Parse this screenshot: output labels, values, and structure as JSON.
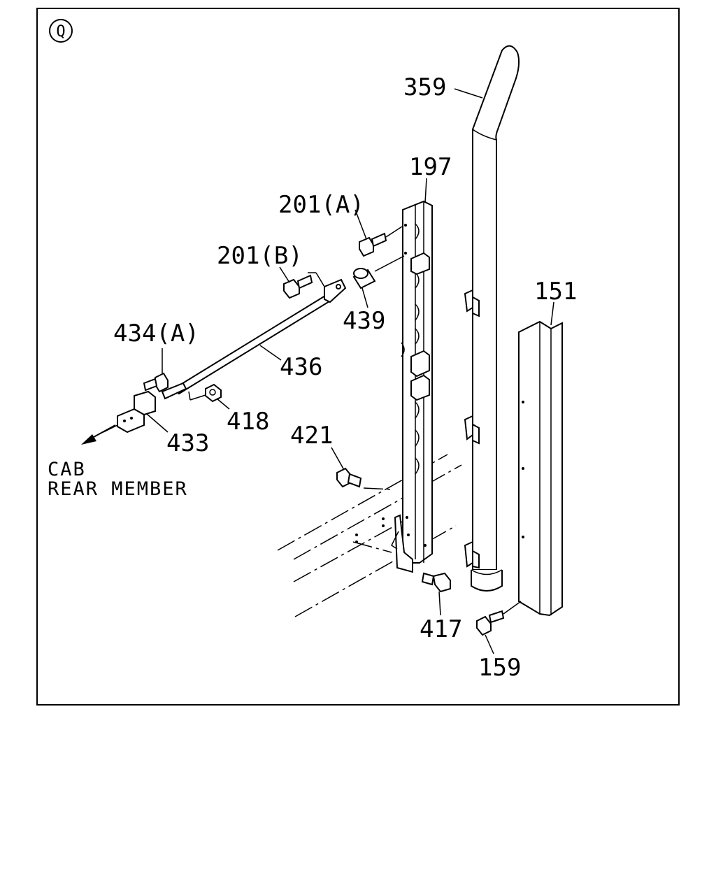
{
  "diagram": {
    "view_marker": "Q",
    "labels": {
      "p359": "359",
      "p197": "197",
      "p151": "151",
      "p201a": "201(A)",
      "p201b": "201(B)",
      "p439": "439",
      "p436": "436",
      "p434a": "434(A)",
      "p418": "418",
      "p433": "433",
      "p421": "421",
      "p417": "417",
      "p159": "159"
    },
    "note_line1": "CAB",
    "note_line2": "REAR MEMBER"
  }
}
